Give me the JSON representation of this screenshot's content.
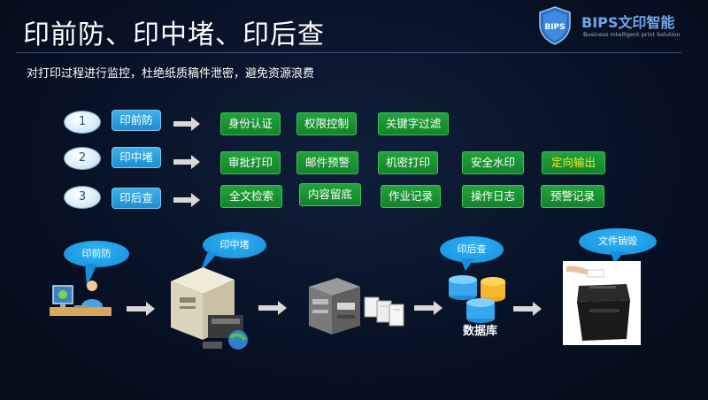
{
  "title": "印前防、印中堵、印后查",
  "subtitle": "对打印过程进行监控，杜绝纸质稿件泄密，避免资源浪费",
  "logo": {
    "name": "BIPS文印智能",
    "shield_text": "BIPS",
    "tagline": "Business Intelligent print Solution"
  },
  "rows": [
    {
      "number": "1",
      "category": "印前防",
      "features": [
        {
          "label": "身份认证"
        },
        {
          "label": "权限控制"
        },
        {
          "label": "关键字过滤"
        }
      ]
    },
    {
      "number": "2",
      "category": "印中堵",
      "features": [
        {
          "label": "审批打印"
        },
        {
          "label": "邮件预警"
        },
        {
          "label": "机密打印"
        },
        {
          "label": "安全水印"
        },
        {
          "label": "定向输出",
          "highlight": true
        }
      ]
    },
    {
      "number": "3",
      "category": "印后查",
      "features": [
        {
          "label": "全文检索"
        },
        {
          "label": "内容留底"
        },
        {
          "label": "作业记录"
        },
        {
          "label": "操作日志"
        },
        {
          "label": "预警记录"
        }
      ]
    }
  ],
  "flow": {
    "stage1_label": "印前防",
    "stage2_label": "印中堵",
    "stage3_label": "印后查",
    "stage4_label": "文件销毁",
    "database_label": "数据库",
    "icons": [
      "user-workstation-icon",
      "server-icon",
      "printer-icon",
      "paper-stack-icon",
      "database-icon",
      "shredder-icon"
    ]
  },
  "colors": {
    "background": "#081226",
    "category_blue": "#1b8fd2",
    "feature_green": "#17932f",
    "highlight_yellow": "#f4ec2a"
  }
}
